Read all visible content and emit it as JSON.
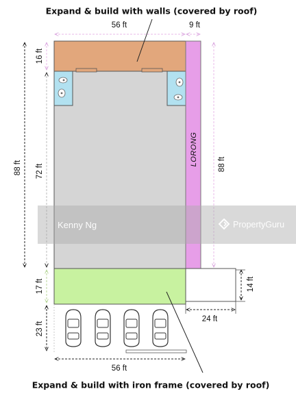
{
  "labels": {
    "top_title": "Expand & build with walls (covered by roof)",
    "bottom_title": "Expand & build with iron frame (covered by roof)",
    "lane": "LORONG"
  },
  "dimensions": {
    "top_width": "56 ft",
    "lane_width": "9 ft",
    "total_depth_left": "88 ft",
    "total_depth_right": "88 ft",
    "rear_extension_depth": "16 ft",
    "main_house_depth": "72 ft",
    "front_extension_depth": "17 ft",
    "porch_depth": "23 ft",
    "bottom_width": "56 ft",
    "side_annex_width": "24 ft",
    "side_annex_depth": "14 ft"
  },
  "watermark": {
    "author": "Kenny Ng",
    "brand": "PropertyGuru"
  },
  "colors": {
    "rear_extension": "#e2a77c",
    "main_house": "#d5d5d5",
    "front_extension": "#c8f2a0",
    "lane": "#e79ee8",
    "bathroom": "#b2e1f0",
    "dim_line": "#e8b8ea"
  }
}
